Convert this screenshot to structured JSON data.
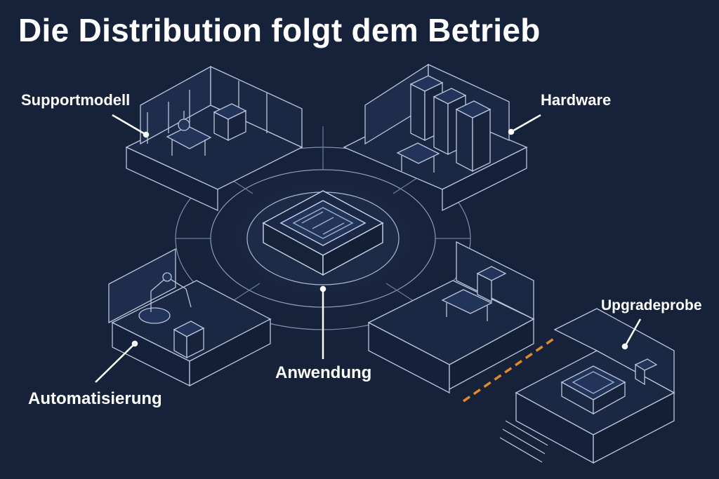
{
  "title": "Die Distribution folgt dem Betrieb",
  "labels": {
    "support": "Supportmodell",
    "hardware": "Hardware",
    "automation": "Automatisierung",
    "application": "Anwendung",
    "upgrade": "Upgradeprobe"
  },
  "colors": {
    "background": "#16213a",
    "lineart": "#b9c6dc",
    "leader": "#ffffff",
    "dashed_link": "#e08a2a"
  }
}
